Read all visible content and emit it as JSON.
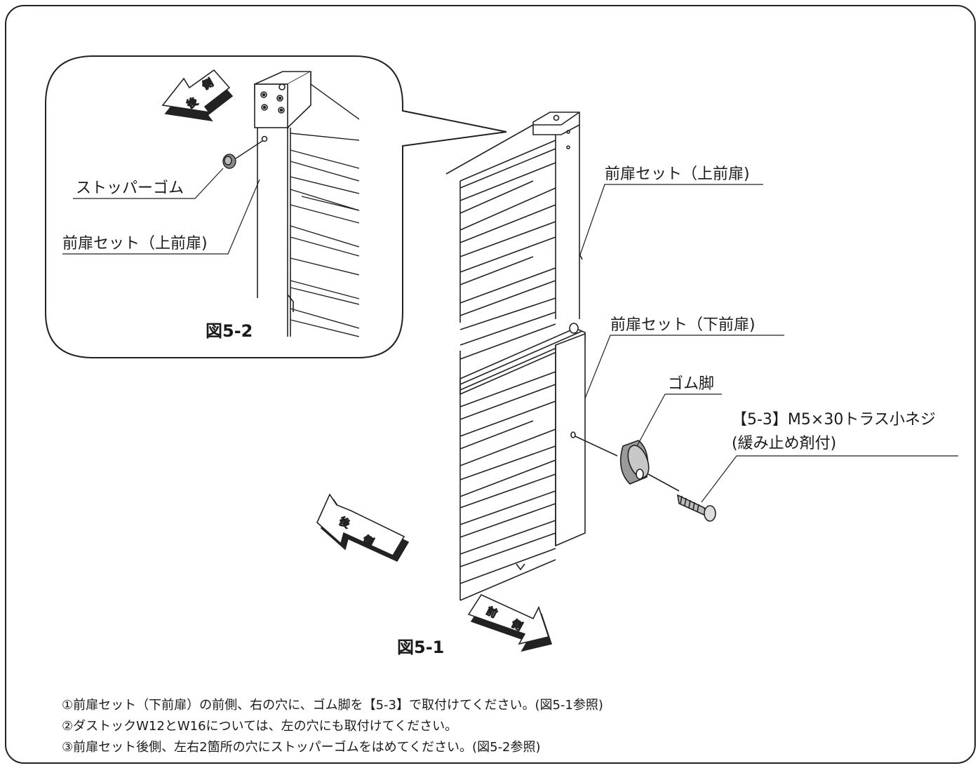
{
  "labels": {
    "stopper_rubber": "ストッパーゴム",
    "front_door_upper_inset": "前扉セット（上前扉)",
    "front_door_upper": "前扉セット（上前扉)",
    "front_door_lower": "前扉セット（下前扉)",
    "rubber_foot": "ゴム脚",
    "screw_line1": "【5-3】M5×30トラス小ネジ",
    "screw_line2": "(緩み止め剤付)"
  },
  "figures": {
    "fig_5_2": "図5-2",
    "fig_5_1": "図5-1"
  },
  "arrows": {
    "back_char1": "後",
    "back_char2": "側",
    "front_char1": "前",
    "front_char2": "側"
  },
  "notes": [
    "①前扉セット（下前扉）の前側、右の穴に、ゴム脚を【5-3】で取付けてください。(図5-1参照)",
    "②ダストックW12とW16については、左の穴にも取付けてください。",
    "③前扉セット後側、左右2箇所の穴にストッパーゴムをはめてください。(図5-2参照)"
  ]
}
